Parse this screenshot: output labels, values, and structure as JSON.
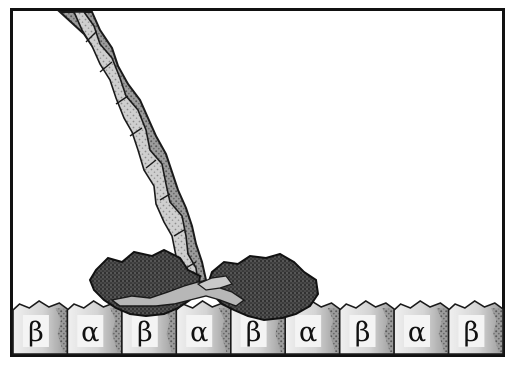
{
  "diagram": {
    "colors": {
      "frame": "#111111",
      "background": "#ffffff",
      "outline": "#1a1a1a",
      "tubulin_light": "#d9d9d9",
      "tubulin_dark": "#8a8a8a",
      "coil_light": "#bdbdbd",
      "coil_dark": "#6e6e6e",
      "head": "#3a3a3a",
      "neck_linker": "#b0b0b0"
    },
    "subunits": [
      "β",
      "α",
      "β",
      "α",
      "β",
      "α",
      "β",
      "α",
      "β"
    ]
  }
}
